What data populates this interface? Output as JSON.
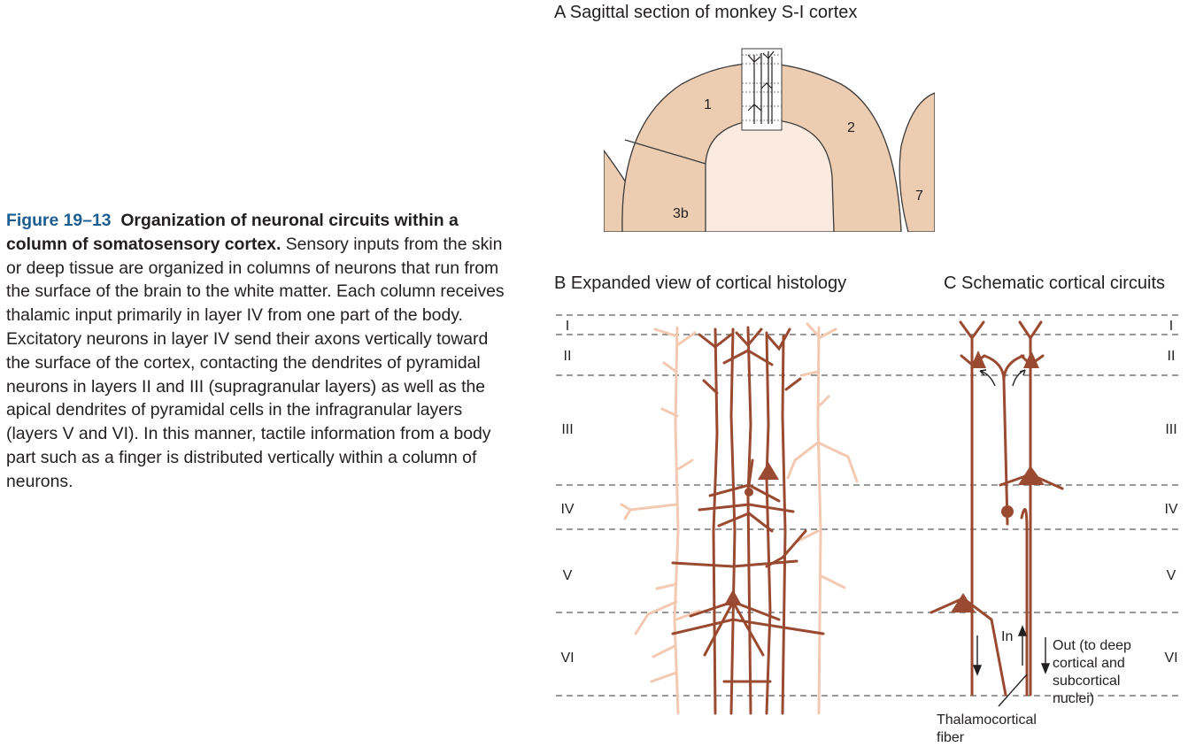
{
  "caption": {
    "figure_number": "Figure 19–13",
    "title": "Organization of neuronal circuits within a column of somatosensory cortex.",
    "body": "Sensory inputs from the skin or deep tissue are organized in columns of neurons that run from the surface of the brain to the white matter. Each column receives thalamic input primarily in layer IV from one part of the body. Excitatory neurons in layer IV send their axons vertically toward the surface of the cortex, contacting the dendrites of pyramidal neurons in layers II and III (supragranular layers) as well as the apical dendrites of pyramidal cells in the infragranular layers (layers V and VI). In this manner, tactile information from a body part such as a finger is distributed vertically within a column of neurons."
  },
  "panel_a": {
    "title": "A  Sagittal section of monkey S-I cortex",
    "areas": [
      "1",
      "2",
      "3b",
      "7"
    ]
  },
  "panel_b": {
    "title": "B  Expanded view of cortical histology"
  },
  "panel_c": {
    "title": "C  Schematic cortical circuits",
    "in_label": "In",
    "out_label": [
      "Out (to deep",
      "cortical and",
      "subcortical",
      "nuclei)"
    ],
    "fiber_label": [
      "Thalamocortical",
      "fiber"
    ]
  },
  "layers": [
    "I",
    "II",
    "III",
    "IV",
    "V",
    "VI"
  ],
  "colors": {
    "neuron": "#9a4a30",
    "neuron_light": "#f3c9b1",
    "cortex_tan": "#edcdb2",
    "white_matter": "#faeadf",
    "caption_blue": "#1d5d8f"
  }
}
